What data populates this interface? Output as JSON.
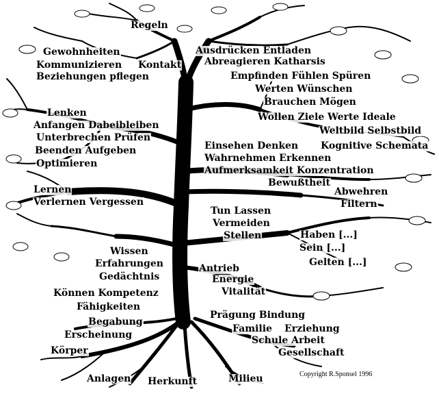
{
  "labels": {
    "regeln": "Regeln",
    "gewohnheiten": "Gewohnheiten",
    "kommunizieren": "Kommunizieren",
    "kontakt": "Kontakt",
    "beziehungen": "Beziehungen pflegen",
    "ausdruecken": "Ausdrücken Entladen",
    "abreagieren": "Abreagieren Katharsis",
    "empfinden": "Empfinden Fühlen Spüren",
    "werten": "Werten Wünschen",
    "brauchen": "Brauchen Mögen",
    "wollen": "Wollen Ziele Werte Ideale",
    "weltbild": "Weltbild Selbstbild",
    "lenken": "Lenken",
    "anfangen": "Anfangen Dabeibleiben",
    "unterbrechen": "Unterbrechen Prüfen",
    "beenden": "Beenden Aufgeben",
    "optimieren": "Optimieren",
    "einsehen": "Einsehen Denken",
    "kognitive": "Kognitive Schemata",
    "wahrnehmen": "Wahrnehmen Erkennen",
    "aufmerksamkeit": "Aufmerksamkeit Konzentration",
    "bewusstheit": "Bewußtheit",
    "lernen": "Lernen",
    "verlernen": "Verlernen Vergessen",
    "abwehren": "Abwehren",
    "filtern": "Filtern",
    "tun": "Tun Lassen",
    "vermeiden": "Vermeiden",
    "stellen": "Stellen",
    "haben": "Haben [...]",
    "sein": "Sein [...]",
    "wissen": "Wissen",
    "erfahrungen": "Erfahrungen",
    "gedaechtnis": "Gedächtnis",
    "gelten": "Gelten [...]",
    "antrieb": "Antrieb",
    "energie": "Energie",
    "vitalitaet": "Vitalität",
    "koennen": "Können Kompetenz",
    "faehigkeiten": "Fähigkeiten",
    "begabung": "Begabung",
    "erscheinung": "Erscheinung",
    "koerper": "Körper",
    "praegung": "Prägung Bindung",
    "familie": "Familie",
    "erziehung": "Erziehung",
    "schule": "Schule Arbeit",
    "gesellschaft": "Gesellschaft",
    "anlagen": "Anlagen",
    "herkunft": "Herkunft",
    "milieu": "Milieu",
    "copyright": "Copyright R.Sponsel 1996"
  },
  "colors": {
    "ink": "#000000",
    "background": "#ffffff"
  }
}
